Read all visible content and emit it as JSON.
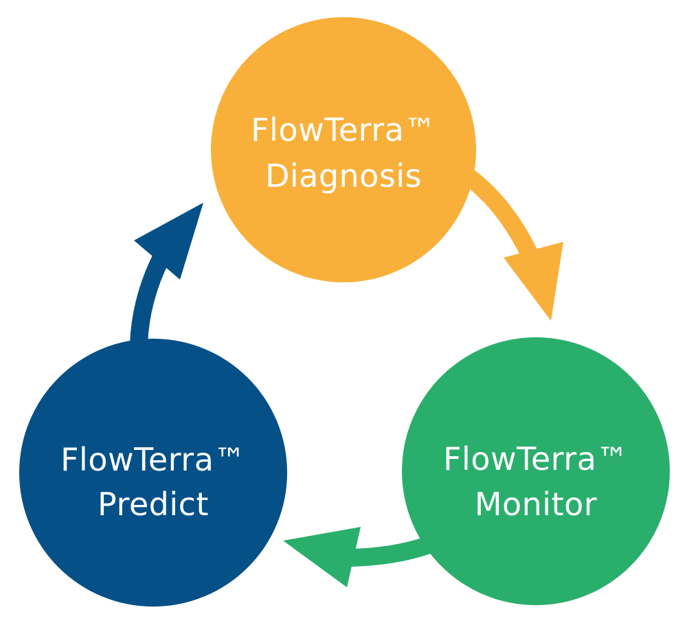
{
  "diagram": {
    "type": "cycle",
    "nodes": [
      {
        "id": "diagnosis",
        "line1": "FlowTerra™",
        "line2": "Diagnosis",
        "color": "#F8B03A"
      },
      {
        "id": "monitor",
        "line1": "FlowTerra™",
        "line2": "Monitor",
        "color": "#2AAE6C"
      },
      {
        "id": "predict",
        "line1": "FlowTerra™",
        "line2": "Predict",
        "color": "#045087"
      }
    ],
    "edges": [
      {
        "from": "diagnosis",
        "to": "monitor",
        "color": "#F8B03A"
      },
      {
        "from": "monitor",
        "to": "predict",
        "color": "#2AAE6C"
      },
      {
        "from": "predict",
        "to": "diagnosis",
        "color": "#045087"
      }
    ],
    "text_color": "#FFFFFF",
    "background": "#FFFFFF"
  }
}
